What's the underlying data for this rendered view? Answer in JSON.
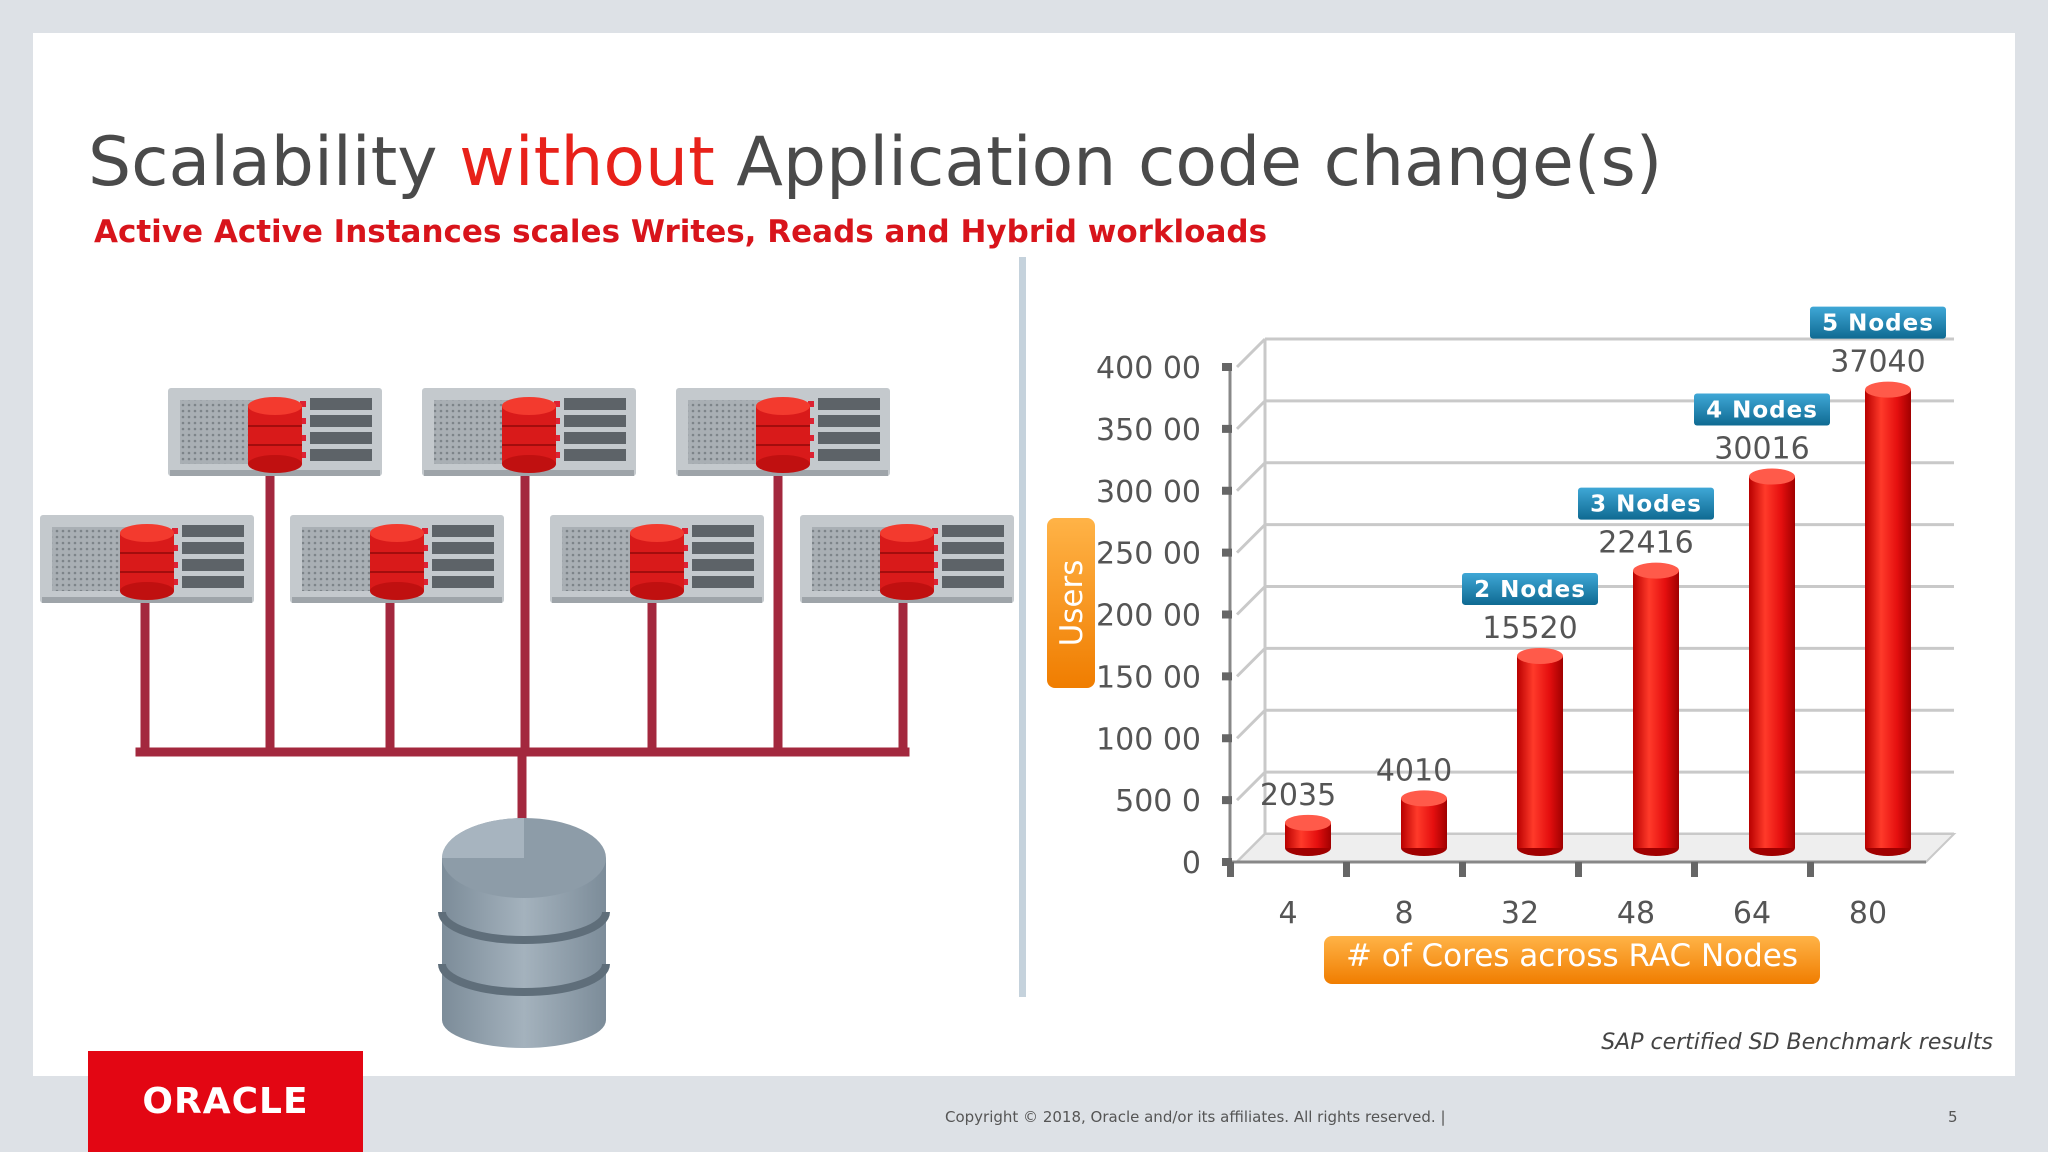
{
  "slide": {
    "title_part1": "Scalability ",
    "title_highlight": "without",
    "title_part2": " Application code change(s)",
    "subtitle": "Active Active Instances scales Writes, Reads and Hybrid workloads",
    "footnote": "SAP certified SD Benchmark results",
    "logo": "ORACLE",
    "copyright": "Copyright © 2018, Oracle and/or its affiliates. All rights reserved.  |",
    "page_number": "5"
  },
  "colors": {
    "brand_red": "#e30613",
    "highlight_red": "#e8211a",
    "bar_red": "#e50f0f",
    "node_label_blue": "#1b7aa3",
    "axis_label_orange": "#f7941d",
    "link_maroon": "#a3283e",
    "database_gray": "#8c9ba7"
  },
  "icons": [
    "server-icon",
    "database-icon"
  ],
  "chart_data": {
    "type": "bar",
    "categories": [
      "4",
      "8",
      "32",
      "48",
      "64",
      "80"
    ],
    "values": [
      2035,
      4010,
      15520,
      22416,
      30016,
      37040
    ],
    "data_labels": [
      "2035",
      "4010",
      "15520",
      "22416",
      "30016",
      "37040"
    ],
    "node_labels": [
      "",
      "",
      "2 Nodes",
      "3 Nodes",
      "4 Nodes",
      "5 Nodes"
    ],
    "y_tick_labels": [
      "0",
      "500 0",
      "100 00",
      "150 00",
      "200 00",
      "250 00",
      "300 00",
      "350 00",
      "400 00"
    ],
    "y_tick_values": [
      0,
      5000,
      10000,
      15000,
      20000,
      25000,
      30000,
      35000,
      40000
    ],
    "ylim": [
      0,
      40000
    ],
    "xlabel": "# of Cores across RAC Nodes",
    "ylabel": "Users",
    "grid": true
  }
}
